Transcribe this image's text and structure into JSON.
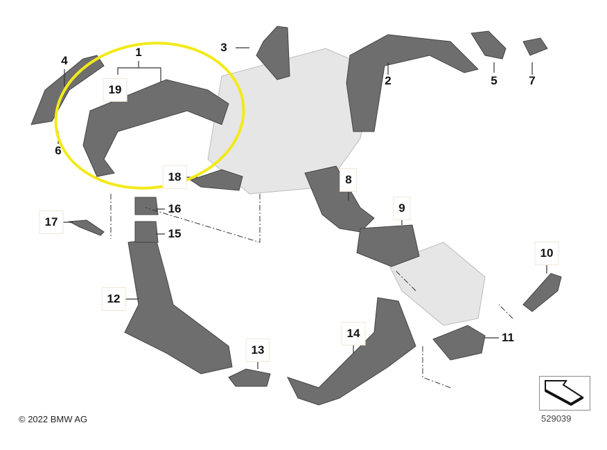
{
  "diagram": {
    "callouts": [
      {
        "id": "1",
        "label": "1"
      },
      {
        "id": "2",
        "label": "2"
      },
      {
        "id": "3",
        "label": "3"
      },
      {
        "id": "4",
        "label": "4"
      },
      {
        "id": "5",
        "label": "5"
      },
      {
        "id": "6",
        "label": "6"
      },
      {
        "id": "7",
        "label": "7"
      },
      {
        "id": "8",
        "label": "8"
      },
      {
        "id": "9",
        "label": "9"
      },
      {
        "id": "10",
        "label": "10"
      },
      {
        "id": "11",
        "label": "11"
      },
      {
        "id": "12",
        "label": "12"
      },
      {
        "id": "13",
        "label": "13"
      },
      {
        "id": "14",
        "label": "14"
      },
      {
        "id": "15",
        "label": "15"
      },
      {
        "id": "16",
        "label": "16"
      },
      {
        "id": "17",
        "label": "17"
      },
      {
        "id": "18",
        "label": "18"
      },
      {
        "id": "19",
        "label": "19"
      }
    ],
    "highlight_color": "#f2ea1a",
    "part_color": "#6e6e6e"
  },
  "footer": {
    "copyright": "© 2022 BMW AG",
    "image_number": "529039"
  }
}
